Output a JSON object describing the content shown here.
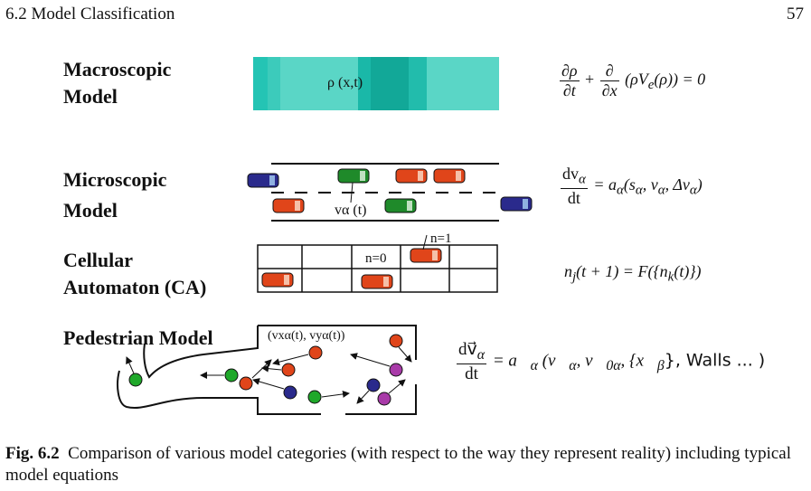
{
  "header": {
    "section": "6.2  Model Classification",
    "page": "57"
  },
  "macro": {
    "label_line1": "Macroscopic",
    "label_line2": "Model",
    "density_label": "ρ (x,t)",
    "colors": [
      "#24c4b4",
      "#5ad6c6",
      "#45cfbf",
      "#1ab8a8",
      "#12a898",
      "#22bcac",
      "#5ad6c6"
    ]
  },
  "micro": {
    "label_line1": "Microscopic",
    "label_line2": "Model",
    "velocity_label": "vα (t)"
  },
  "ca": {
    "label_line1": "Cellular",
    "label_line2": "Automaton (CA)",
    "n0": "n=0",
    "n1": "n=1"
  },
  "ped": {
    "label": "Pedestrian Model",
    "velocity_label": "(vxα(t), vyα(t))"
  },
  "equations": {
    "macro": "∂ρ/∂t + ∂/∂x (ρVe(ρ)) = 0",
    "micro": "dvα/dt = aα(sα, vα, Δvα)",
    "ca": "nj(t + 1) = F({nk(t)})",
    "ped": "dv⃗α/dt = a⃗α (v⃗α, v⃗0α, {x⃗β}, Walls ... )"
  },
  "eq_parts": {
    "d_rho": "∂ρ",
    "d_t": "∂t",
    "d": "∂",
    "d_x": "∂x",
    "macro_rest": "(ρV",
    "macro_e": "e",
    "macro_rest2": "(ρ)) = 0",
    "dv": "dv",
    "alpha": "α",
    "dt": "dt",
    "micro_rhs": "= a",
    "micro_args": "(s",
    "micro_args2": ", v",
    "micro_args3": ", Δv",
    "micro_close": ")",
    "ca_n": "n",
    "ca_j": "j",
    "ca_rest": "(t + 1) = F({n",
    "ca_k": "k",
    "ca_rest2": "(t)})",
    "ped_dv": "dv⃗",
    "ped_rhs": "= a⃗",
    "ped_args": " (v⃗",
    "ped_args2": ", v⃗",
    "ped_0": "0α",
    "ped_args3": ", {x⃗",
    "ped_beta": "β",
    "ped_walls": "}, Walls ... )"
  },
  "caption": {
    "bold": "Fig. 6.2",
    "text": "Comparison of various model categories (with respect to the way they represent reality) including typical model equations"
  }
}
